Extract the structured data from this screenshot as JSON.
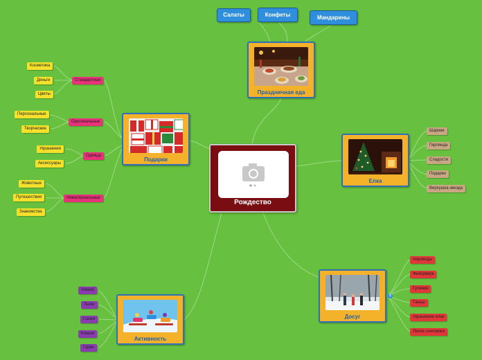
{
  "center": {
    "label": "Рождество"
  },
  "top_items": [
    "Салаты",
    "Конфеты",
    "Мандарины"
  ],
  "topics": {
    "food": {
      "label": "Праздничная еда"
    },
    "gifts": {
      "label": "Подарки"
    },
    "tree": {
      "label": "Елка"
    },
    "leisure": {
      "label": "Досуг"
    },
    "activity": {
      "label": "Активность"
    }
  },
  "gift_groups": [
    {
      "label": "Стандартные",
      "items": [
        "Косметика",
        "Деньги",
        "Цветы"
      ]
    },
    {
      "label": "Оригинальные",
      "items": [
        "Персональные",
        "Творческие"
      ]
    },
    {
      "label": "Одежда",
      "items": [
        "Украшения",
        "Аксессуары"
      ]
    },
    {
      "label": "Нематериальные",
      "items": [
        "Животные",
        "Путешествия",
        "Знакомства"
      ]
    }
  ],
  "tree_items": [
    "Шарики",
    "Гирлянда",
    "Сладости",
    "Подарки",
    "Верхушка-звезда"
  ],
  "leisure_items": [
    "Хороводы",
    "Фейерверк",
    "Гуляния",
    "Танцы",
    "Украшение елки",
    "Лепка снеговика"
  ],
  "activity_items": [
    "Хоккей",
    "Лыжи",
    "Санки",
    "Коньки",
    "Горки"
  ],
  "leisure_badge": "$",
  "colors": {
    "background": "#67c13f",
    "topic_fill": "#f4b12a",
    "topic_border": "#2d6fb8",
    "center_fill": "#7a0d12",
    "yellow_leaf": "#f5e12b",
    "pink_leaf": "#e8327a",
    "tan_leaf": "#c9a783",
    "red_leaf": "#e1363a",
    "purple_leaf": "#8a3bb0"
  }
}
